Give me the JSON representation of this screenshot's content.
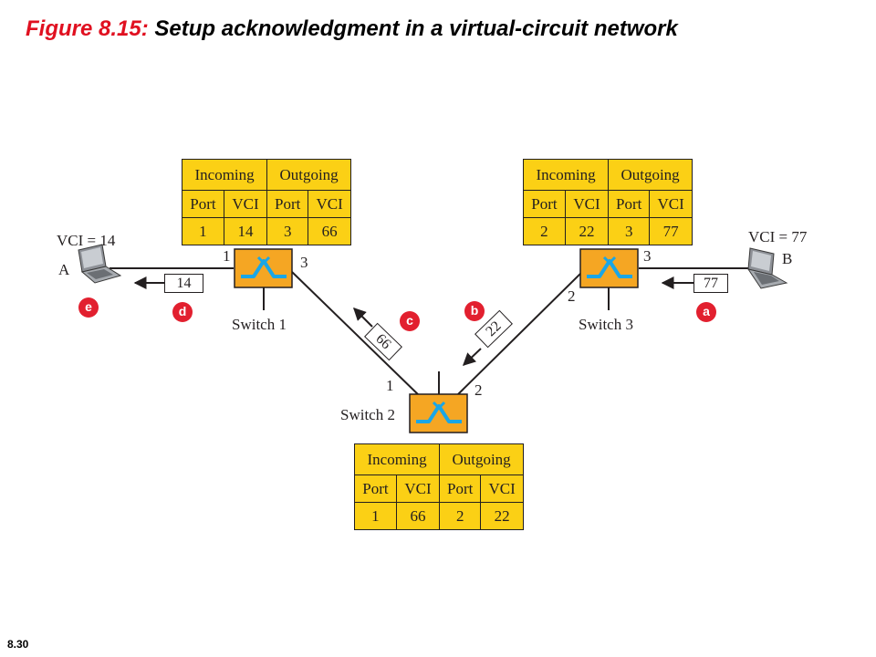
{
  "title": {
    "figure_number": "Figure 8.15:",
    "caption": "Setup acknowledgment in a virtual-circuit network"
  },
  "slide_number": "8.30",
  "colors": {
    "table_fill": "#fbd015",
    "switch_fill": "#f5a623",
    "switch_symbol": "#1aa6e6",
    "badge_red": "#e2202f",
    "title_red": "#e01020",
    "line": "#231f20"
  },
  "table_headers": {
    "incoming": "Incoming",
    "outgoing": "Outgoing",
    "port": "Port",
    "vci": "VCI"
  },
  "switches": [
    {
      "name": "Switch 1",
      "table": {
        "in_port": "1",
        "in_vci": "14",
        "out_port": "3",
        "out_vci": "66"
      }
    },
    {
      "name": "Switch 2",
      "table": {
        "in_port": "1",
        "in_vci": "66",
        "out_port": "2",
        "out_vci": "22"
      }
    },
    {
      "name": "Switch 3",
      "table": {
        "in_port": "2",
        "in_vci": "22",
        "out_port": "3",
        "out_vci": "77"
      }
    }
  ],
  "hosts": {
    "A": {
      "label": "A",
      "vci": "VCI = 14",
      "icon": "laptop-icon"
    },
    "B": {
      "label": "B",
      "vci": "VCI = 77",
      "icon": "laptop-icon"
    }
  },
  "ports": {
    "s1_p1": "1",
    "s1_p3": "3",
    "s2_p1": "1",
    "s2_p2": "2",
    "s3_p2": "2",
    "s3_p3": "3"
  },
  "packets": {
    "a": "77",
    "b": "22",
    "c": "66",
    "d": "14"
  },
  "steps": {
    "a": "a",
    "b": "b",
    "c": "c",
    "d": "d",
    "e": "e"
  }
}
